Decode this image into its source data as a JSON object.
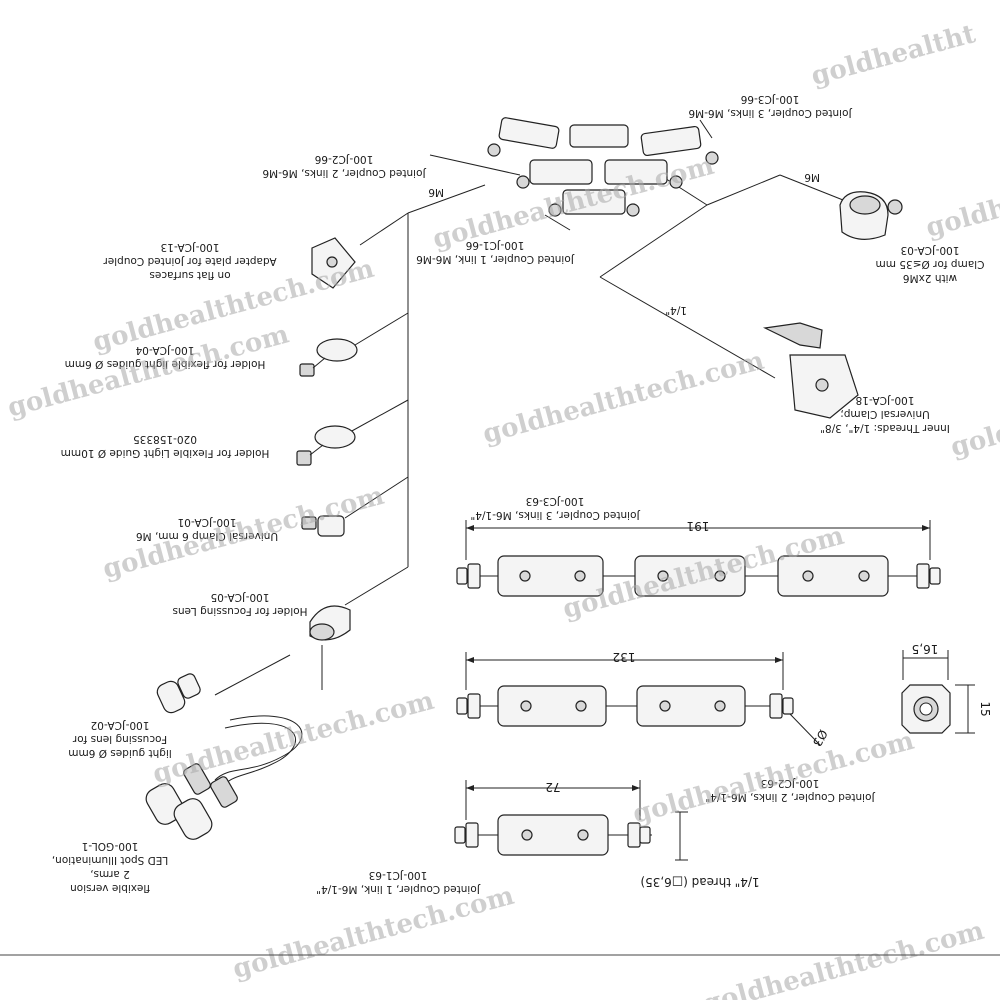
{
  "watermark": "goldhealthtech.com",
  "watermark_partial": "goldhealtht",
  "parts": {
    "jc3_66": {
      "code": "100-JC3-66",
      "desc": "Jointed Coupler, 3 links, M6-M6"
    },
    "jc2_66": {
      "code": "100-JC2-66",
      "desc": "Jointed Coupler, 2 links, M6-M6"
    },
    "jc1_66": {
      "code": "100-JC1-66",
      "desc": "Jointed Coupler, 1 link, M6-M6"
    },
    "jca_13": {
      "code": "100-JCA-13",
      "desc1": "Adapter plate for Jointed Coupler",
      "desc2": "on flat surfaces"
    },
    "jca_04": {
      "code": "100-JCA-04",
      "desc": "Holder for flexible light guides Ø 6mm"
    },
    "p020": {
      "code": "020-158335",
      "desc": "Holder for Flexible Light Guide Ø 10mm"
    },
    "jca_01": {
      "code": "100-JCA-01",
      "desc": "Universal Clamp 6 mm, M6"
    },
    "jca_05": {
      "code": "100-JCA-05",
      "desc": "Holder for Focussing Lens"
    },
    "jca_02": {
      "code": "100-JCA-02",
      "desc1": "Focussing lens for",
      "desc2": "light guides Ø 6mm"
    },
    "gol_1": {
      "code": "100-GOL-1",
      "desc1": "LED Spot Illumination,",
      "desc2": "2 arms,",
      "desc3": "flexible version"
    },
    "jca_03": {
      "code": "100-JCA-03",
      "desc1": "Clamp for Ø≤35 mm",
      "desc2": "with 2xM6"
    },
    "jca_18": {
      "code": "100-JCA-18",
      "desc1": "Universal Clamp;",
      "desc2": "Inner Threads: 1/4\", 3/8\""
    },
    "jc3_63": {
      "code": "100-JC3-63",
      "desc": "Jointed Coupler, 3 links, M6-1/4\""
    },
    "jc2_63": {
      "code": "100-JC2-63",
      "desc": "Jointed Coupler, 2 links, M6-1/4\""
    },
    "jc1_63": {
      "code": "100-JC1-63",
      "desc": "Jointed Coupler, 1 link, M6-1/4\""
    }
  },
  "thread_labels": {
    "m6_left": "M6",
    "m6_right": "M6",
    "quarter": "1/4\""
  },
  "dimensions": {
    "len_3": "191",
    "len_2": "132",
    "len_1": "72",
    "end_w": "16,5",
    "end_h": "15",
    "dia": "Ø3",
    "thread": "1/4\" thread (□6,35)"
  }
}
